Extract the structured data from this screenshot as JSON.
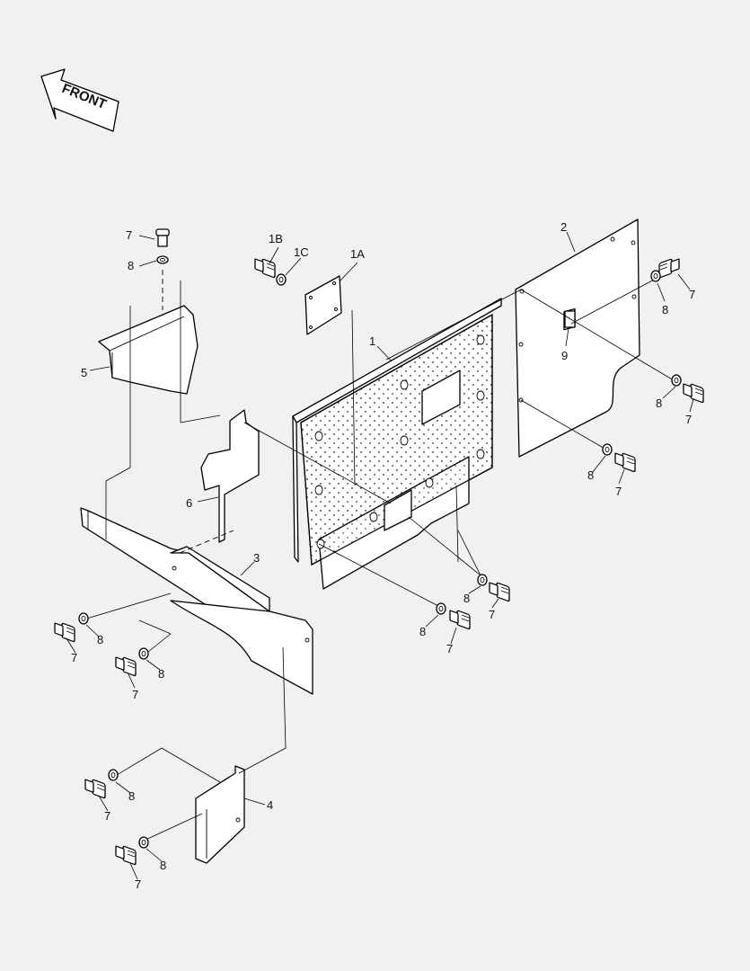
{
  "arrow": {
    "text": "FRONT"
  },
  "callouts": {
    "p1": "1",
    "p1a": "1A",
    "p1b": "1B",
    "p1c": "1C",
    "p2": "2",
    "p3": "3",
    "p4": "4",
    "p5": "5",
    "p6": "6",
    "p9": "9",
    "b7": "7",
    "w8": "8"
  },
  "colors": {
    "background": "#f1f1f1",
    "line": "#000000",
    "fill": "#ffffff"
  }
}
